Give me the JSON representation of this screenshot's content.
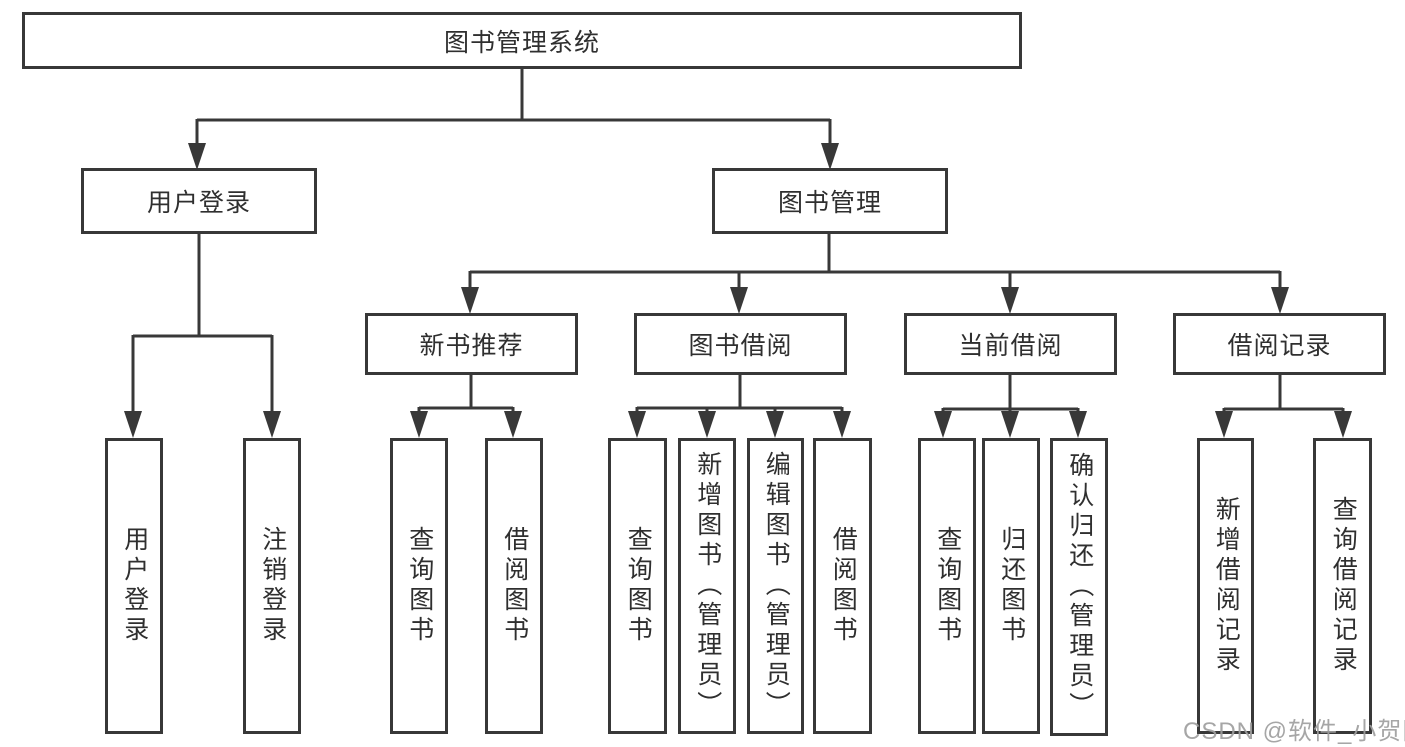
{
  "diagram": {
    "type": "hierarchy-tree",
    "orientation": "top-down",
    "colors": {
      "line": "#383838",
      "box_border": "#383838",
      "box_fill": "#ffffff",
      "text": "#2f2f2f",
      "background": "#ffffff",
      "watermark_text_color": "#9e9e9e"
    },
    "watermark": "CSDN @软件_小贺同学"
  },
  "nodes": {
    "root": {
      "label": "图书管理系统"
    },
    "user_login": {
      "label": "用户登录"
    },
    "book_mgmt": {
      "label": "图书管理"
    },
    "new_book_rec": {
      "label": "新书推荐"
    },
    "book_borrow": {
      "label": "图书借阅"
    },
    "current_borrow": {
      "label": "当前借阅"
    },
    "borrow_records": {
      "label": "借阅记录"
    },
    "ul_login": {
      "label": "用户登录"
    },
    "ul_logout": {
      "label": "注销登录"
    },
    "nbr_query": {
      "label": "查询图书"
    },
    "nbr_borrow": {
      "label": "借阅图书"
    },
    "bb_query": {
      "label": "查询图书"
    },
    "bb_add_admin": {
      "label": "新增图书（管理员）"
    },
    "bb_edit_admin": {
      "label": "编辑图书（管理员）"
    },
    "bb_borrow": {
      "label": "借阅图书"
    },
    "cb_query": {
      "label": "查询图书"
    },
    "cb_return": {
      "label": "归还图书"
    },
    "cb_confirm_admin": {
      "label": "确认归还（管理员）"
    },
    "br_add": {
      "label": "新增借阅记录"
    },
    "br_query": {
      "label": "查询借阅记录"
    }
  },
  "edges": [
    [
      "root",
      "user_login"
    ],
    [
      "root",
      "book_mgmt"
    ],
    [
      "user_login",
      "ul_login"
    ],
    [
      "user_login",
      "ul_logout"
    ],
    [
      "book_mgmt",
      "new_book_rec"
    ],
    [
      "book_mgmt",
      "book_borrow"
    ],
    [
      "book_mgmt",
      "current_borrow"
    ],
    [
      "book_mgmt",
      "borrow_records"
    ],
    [
      "new_book_rec",
      "nbr_query"
    ],
    [
      "new_book_rec",
      "nbr_borrow"
    ],
    [
      "book_borrow",
      "bb_query"
    ],
    [
      "book_borrow",
      "bb_add_admin"
    ],
    [
      "book_borrow",
      "bb_edit_admin"
    ],
    [
      "book_borrow",
      "bb_borrow"
    ],
    [
      "current_borrow",
      "cb_query"
    ],
    [
      "current_borrow",
      "cb_return"
    ],
    [
      "current_borrow",
      "cb_confirm_admin"
    ],
    [
      "borrow_records",
      "br_add"
    ],
    [
      "borrow_records",
      "br_query"
    ]
  ]
}
